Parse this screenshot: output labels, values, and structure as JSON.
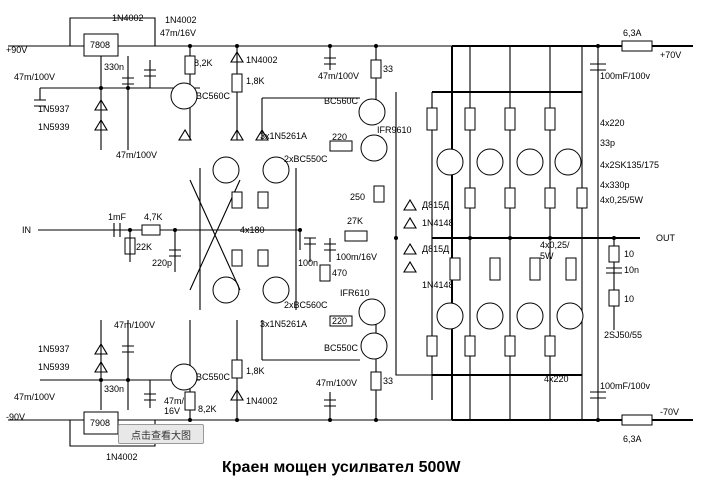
{
  "title": "Краен мощен усилвател 500W",
  "rails": {
    "pos_in": "+90V",
    "neg_in": "-90V",
    "pos_out": "+70V",
    "neg_out": "-70V",
    "in": "IN",
    "out": "OUT"
  },
  "fuses": {
    "top": "6,3A",
    "bottom": "6,3A"
  },
  "labels": {
    "d_top1": "1N4002",
    "d_top2": "1N4002",
    "reg_top": "7808",
    "cap_top_a": "47m/16V",
    "r_82k_top": "8,2K",
    "d_top3": "1N4002",
    "r_18k_top": "1,8K",
    "cap_top_b": "47m/100V",
    "r33_top": "33",
    "cap_330n_top": "330n",
    "cap_47_100_left_top": "47m/100V",
    "z_1n5937_top": "1N5937",
    "z_1n5939_top": "1N5939",
    "q_bc560c_top": "BC560C",
    "cap_47_100_mid_top": "47m/100V",
    "q_bc560c_r": "BC560C",
    "ifr9610": "IFR9610",
    "r220_top": "220",
    "z3_top": "3x1N5261A",
    "q2_bc550c": "2xBC550C",
    "r250": "250",
    "d815_top": "Д815Д",
    "d1n4148_top": "1N4148",
    "r27k": "27K",
    "d815_bot": "Д815Д",
    "d1n4148_bot": "1N4148",
    "r_4x180": "4x180",
    "c1mf": "1mF",
    "r47k": "4,7K",
    "r22k": "22K",
    "c220p": "220p",
    "c100n": "100n",
    "c100m": "100m/16V",
    "r470": "470",
    "q2_bc560c": "2xBC560C",
    "ifr610": "IFR610",
    "r220_bot": "220",
    "z3_bot": "3x1N5261A",
    "q_bc550c_r": "BC550C",
    "cap_47_100_mid_bot": "47m/100V",
    "r33_bot": "33",
    "z_1n5937_bot": "1N5937",
    "z_1n5939_bot": "1N5939",
    "cap_47_100_left_bot": "47m/100V",
    "cap_330n_bot": "330n",
    "q_bc550c_bot": "BC550C",
    "cap_47_16_bot": "47m/",
    "cap_47_16_bot2": "16V",
    "r_82k_bot": "8,2K",
    "r_18k_bot": "1,8K",
    "d_bot3": "1N4002",
    "reg_bot": "7908",
    "d_bot1": "1N4002",
    "cap_47_100_bot_left": "47m/100V",
    "c100mf_top": "100mF/100v",
    "c100mf_bot": "100mF/100v",
    "r4x220_top": "4x220",
    "c33p": "33p",
    "q4_2sk": "4x2SK135/175",
    "c4x330p": "4x330p",
    "r4x025": "4x0,25/5W",
    "r4x025b": "4x0,25/",
    "r4x025b2": "5W",
    "r10a": "10",
    "c10n": "10n",
    "r10b": "10",
    "q2sj": "2SJ50/55",
    "r4x220_bot": "4x220"
  },
  "view_button": "点击查看大图"
}
